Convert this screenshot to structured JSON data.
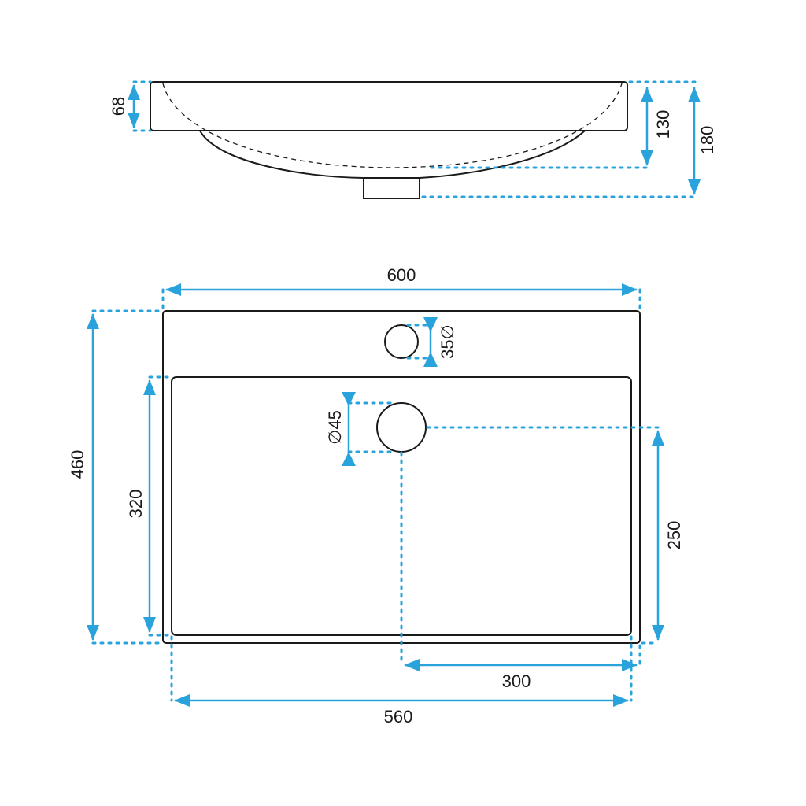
{
  "side_view": {
    "dim_rim_height": "68",
    "dim_basin_depth": "130",
    "dim_total_height": "180"
  },
  "top_view": {
    "dim_outer_width": "600",
    "dim_outer_depth": "460",
    "dim_bowl_width": "560",
    "dim_bowl_depth": "320",
    "dim_tap_hole": "35∅",
    "dim_drain_hole": "∅45",
    "dim_drain_offset_x": "300",
    "dim_drain_offset_y": "250"
  },
  "colors": {
    "dimension": "#2aa3dc",
    "outline": "#1a1a1a",
    "background": "#ffffff"
  }
}
